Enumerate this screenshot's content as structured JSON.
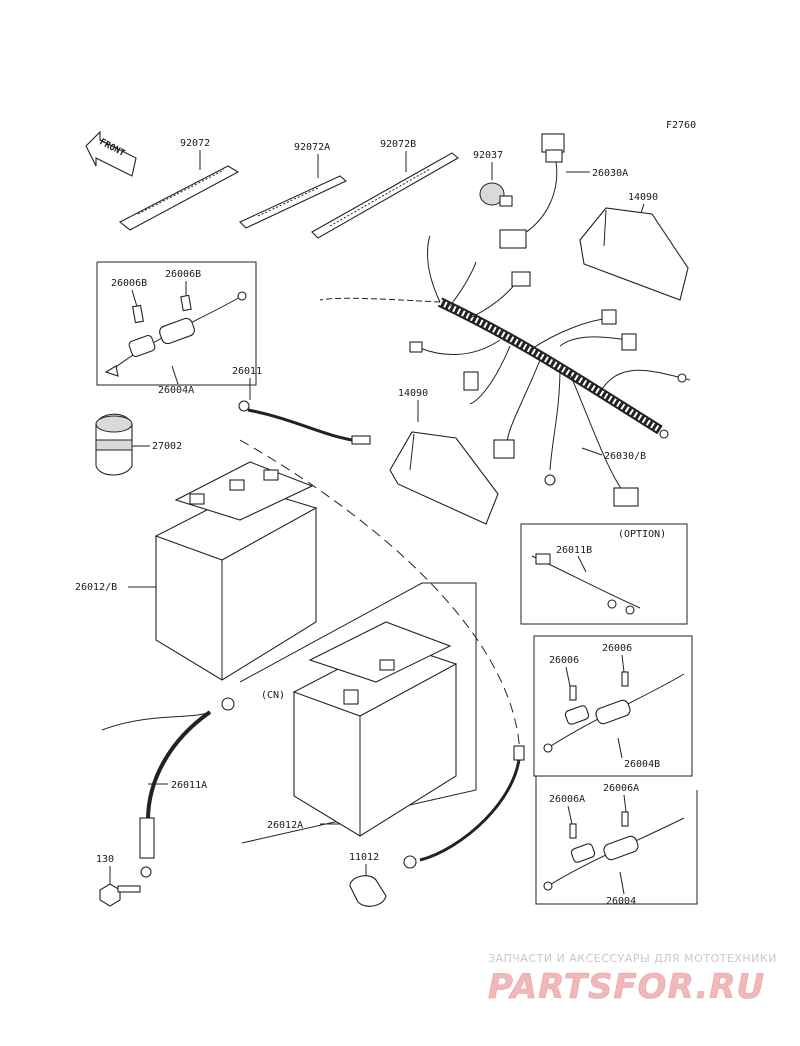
{
  "diagram": {
    "code": "F2760",
    "front_label": "FRONT",
    "option_label": "(OPTION)",
    "cn_label": "(CN)",
    "parts": [
      {
        "id": "92072"
      },
      {
        "id": "92072A"
      },
      {
        "id": "92072B"
      },
      {
        "id": "92037"
      },
      {
        "id": "26030A"
      },
      {
        "id": "14090"
      },
      {
        "id": "26006B"
      },
      {
        "id": "26006B"
      },
      {
        "id": "26004A"
      },
      {
        "id": "26011"
      },
      {
        "id": "14090"
      },
      {
        "id": "27002"
      },
      {
        "id": "26030/B"
      },
      {
        "id": "26012/B"
      },
      {
        "id": "26011B"
      },
      {
        "id": "26006"
      },
      {
        "id": "26006"
      },
      {
        "id": "26004B"
      },
      {
        "id": "26011A"
      },
      {
        "id": "26012A"
      },
      {
        "id": "26006A"
      },
      {
        "id": "26006A"
      },
      {
        "id": "130"
      },
      {
        "id": "11012"
      },
      {
        "id": "26004"
      }
    ]
  },
  "watermark": {
    "tagline": "ЗАПЧАСТИ И АКСЕССУАРЫ ДЛЯ МОТОТЕХНИКИ",
    "brand": "PARTSFOR.RU"
  }
}
